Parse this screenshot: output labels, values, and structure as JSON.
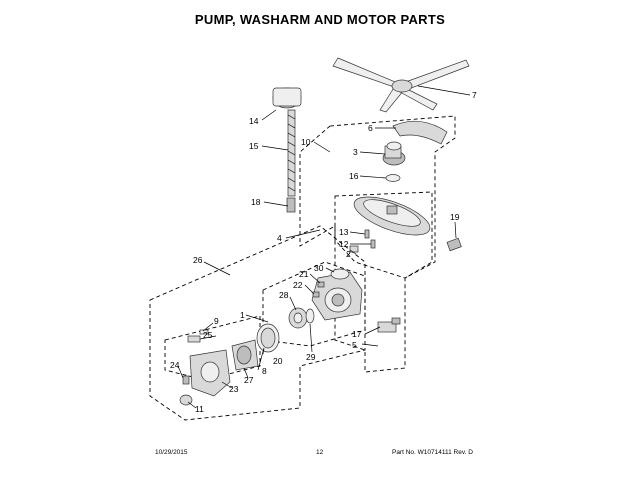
{
  "title": "PUMP, WASHARM AND MOTOR PARTS",
  "footer": {
    "date": "10/29/2015",
    "page": "12",
    "part_no": "Part No. W10714111  Rev. D"
  },
  "callouts": {
    "c1": "1",
    "c2": "2",
    "c3": "3",
    "c4": "4",
    "c5": "5",
    "c6": "6",
    "c7": "7",
    "c8": "8",
    "c9": "9",
    "c10": "10",
    "c11": "11",
    "c12": "12",
    "c13": "13",
    "c14": "14",
    "c15": "15",
    "c16": "16",
    "c17": "17",
    "c18": "18",
    "c19": "19",
    "c20": "20",
    "c21": "21",
    "c22": "22",
    "c23": "23",
    "c24": "24",
    "c25": "25",
    "c26": "26",
    "c27": "27",
    "c28": "28",
    "c29": "29",
    "c30": "30"
  }
}
